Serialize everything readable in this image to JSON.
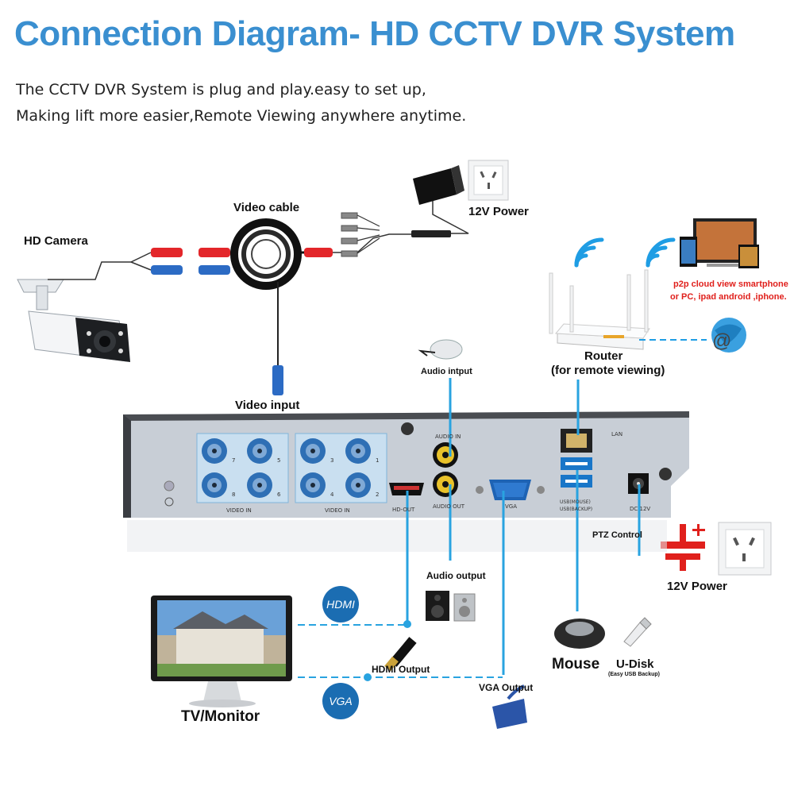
{
  "title": "Connection Diagram- HD CCTV DVR System",
  "subtitle": [
    "The CCTV DVR System is plug and play.easy to set up,",
    "Making lift more easier,Remote Viewing anywhere anytime."
  ],
  "labels": {
    "hd_camera": "HD Camera",
    "video_cable": "Video cable",
    "power_top": "12V Power",
    "video_input": "Video input",
    "audio_input": "Audio intput",
    "router": "Router",
    "router_sub": "(for remote viewing)",
    "p2p_line1": "p2p cloud  view smartphone",
    "p2p_line2": "or PC, ipad android ,iphone.",
    "ptz": "PTZ Control",
    "power_right": "12V Power",
    "audio_output": "Audio output",
    "hdmi_output": "HDMI Output",
    "vga_output": "VGA Output",
    "mouse": "Mouse",
    "udisk": "U-Disk",
    "udisk_sub": "(Easy USB Backup)",
    "tv_monitor": "TV/Monitor",
    "hdmi_badge": "HDMI",
    "vga_badge": "VGA"
  },
  "panel": {
    "video_in_left": "VIDEO IN",
    "video_in_right": "VIDEO IN",
    "audio_in": "AUDIO IN",
    "audio_out": "AUDIO OUT",
    "hd_out": "HD-OUT",
    "vga": "VGA",
    "lan": "LAN",
    "usb": "USB(MOUSE)",
    "usb_backup": "USB(BACKUP)",
    "dc": "DC 12V",
    "bnc_left": [
      "7",
      "5",
      "8",
      "6"
    ],
    "bnc_right": [
      "3",
      "1",
      "4",
      "2"
    ]
  },
  "colors": {
    "title": "#3a8fd0",
    "link": "#29a3e0",
    "badge": "#1b6db2",
    "accent_red": "#e0201c",
    "panel": "#c8ced6"
  }
}
